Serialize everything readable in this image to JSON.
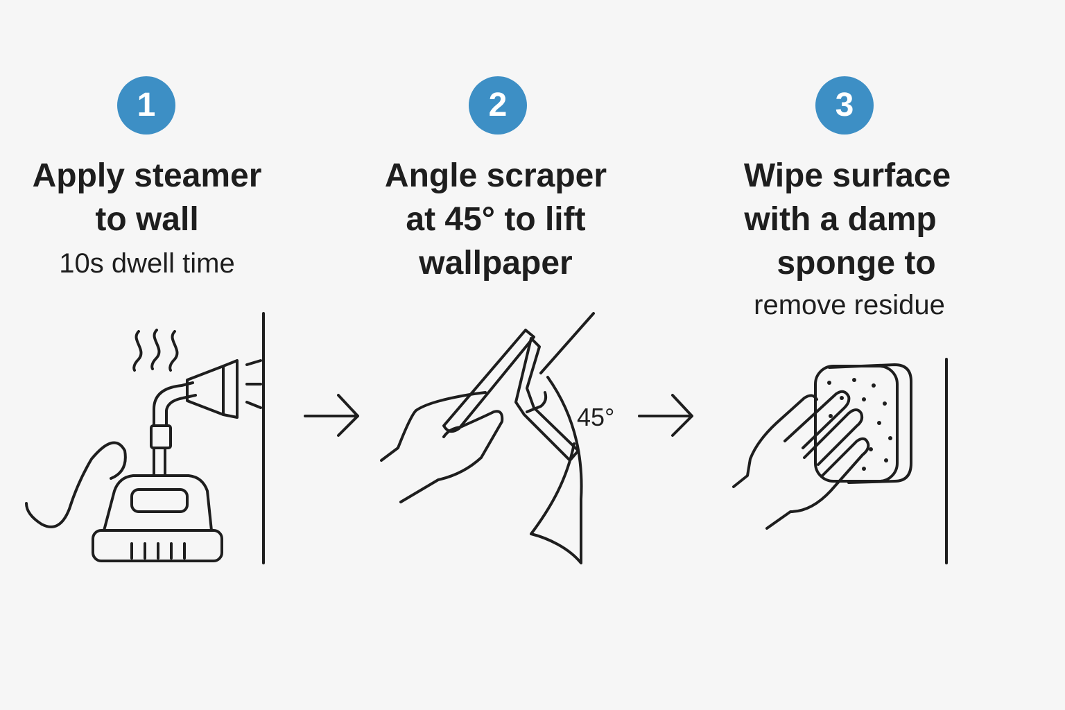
{
  "colors": {
    "accent": "#3d8fc5",
    "ink": "#1e1e1e",
    "background": "#f6f6f6"
  },
  "steps": [
    {
      "number": "1",
      "title_lines": [
        "Apply steamer",
        "to wall"
      ],
      "subtitle": "10s dwell time",
      "icon": "steamer-icon"
    },
    {
      "number": "2",
      "title_lines": [
        "Angle scraper",
        "at 45° to lift",
        "wallpaper"
      ],
      "angle_label": "45°",
      "icon": "scraper-icon"
    },
    {
      "number": "3",
      "title_lines": [
        "Wipe surface",
        "with a damp",
        "sponge to"
      ],
      "subtitle": "remove residue",
      "icon": "sponge-icon"
    }
  ],
  "connectors": [
    "arrow-right-icon",
    "arrow-right-icon"
  ]
}
